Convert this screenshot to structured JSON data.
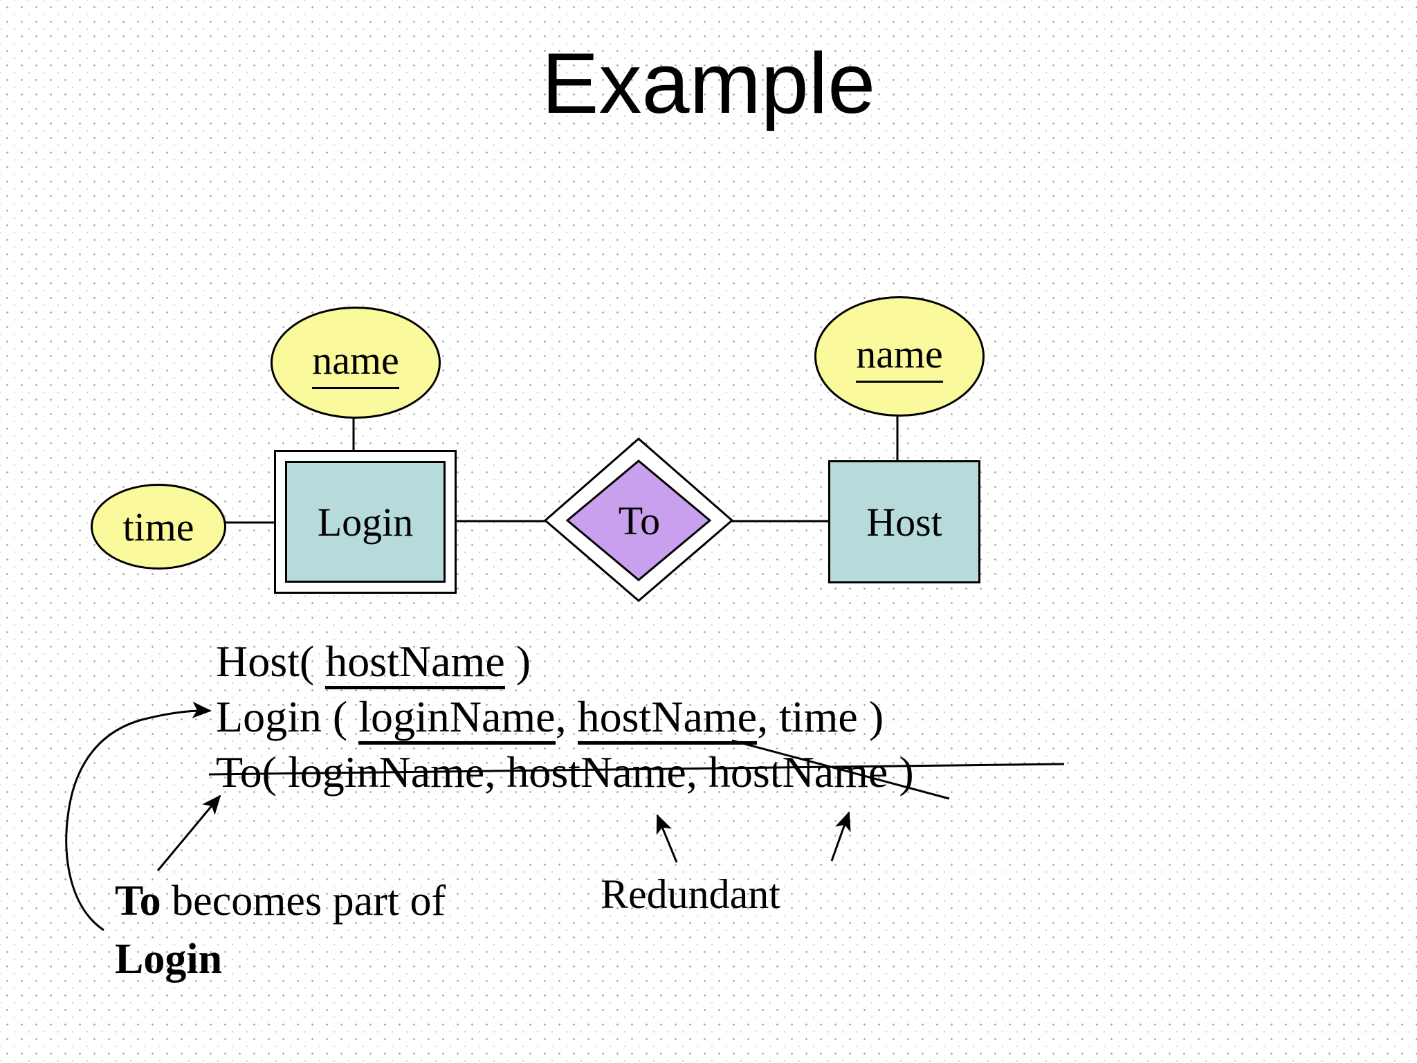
{
  "slide": {
    "title": "Example"
  },
  "diagram": {
    "login_name_attr": "name",
    "time_attr": "time",
    "login_entity": "Login",
    "relationship": "To",
    "host_entity": "Host",
    "host_name_attr": "name"
  },
  "schema": {
    "host": [
      "Host( ",
      "hostName",
      " )"
    ],
    "login": [
      "Login ( ",
      "loginName",
      ", ",
      "hostName",
      ", time )"
    ],
    "to": "To( loginName, hostName, hostName )"
  },
  "annotations": {
    "redundant": "Redundant",
    "note": [
      "To",
      " becomes part of",
      "Login"
    ]
  },
  "colors": {
    "attribute_fill": "#FAFA9C",
    "entity_fill": "#B7DBDB",
    "relationship_fill": "#C9A0EE",
    "stroke": "#000000"
  }
}
